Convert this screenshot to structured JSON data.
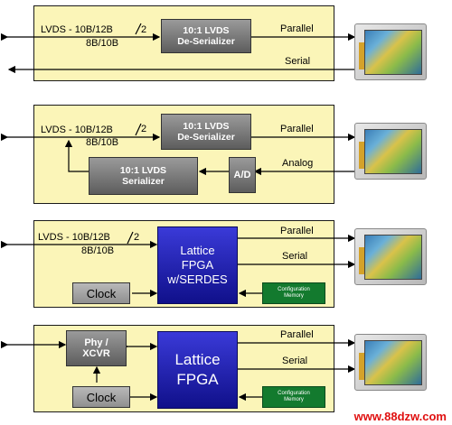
{
  "panel1": {
    "protocol": "LVDS - 10B/12B",
    "protocol_sub": "8B/10B",
    "lane": "2",
    "deserializer": [
      "10:1 LVDS",
      "De-Serializer"
    ],
    "out1": "Parallel",
    "out2": "Serial"
  },
  "panel2": {
    "protocol": "LVDS - 10B/12B",
    "protocol_sub": "8B/10B",
    "lane": "2",
    "deserializer": [
      "10:1 LVDS",
      "De-Serializer"
    ],
    "serializer": [
      "10:1 LVDS",
      "Serializer"
    ],
    "ad": "A/D",
    "out1": "Parallel",
    "in1": "Analog"
  },
  "panel3": {
    "protocol": "LVDS - 10B/12B",
    "protocol_sub": "8B/10B",
    "lane": "2",
    "fpga": [
      "Lattice",
      "FPGA",
      "w/SERDES"
    ],
    "clock": "Clock",
    "config": [
      "Configuration",
      "Memory"
    ],
    "out1": "Parallel",
    "out2": "Serial"
  },
  "panel4": {
    "phy": [
      "Phy /",
      "XCVR"
    ],
    "fpga": [
      "Lattice",
      "FPGA"
    ],
    "clock": "Clock",
    "config": [
      "Configuration",
      "Memory"
    ],
    "out1": "Parallel",
    "out2": "Serial"
  },
  "watermark": "www.88dzw.com"
}
